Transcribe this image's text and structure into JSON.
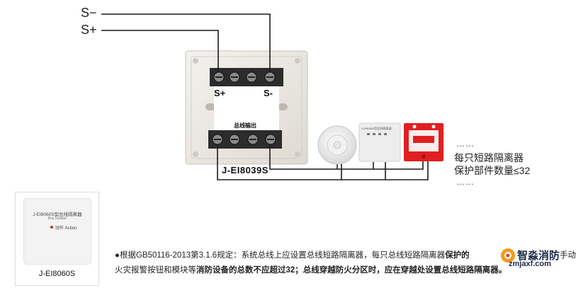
{
  "bus": {
    "minus_label": "S−",
    "plus_label": "S+"
  },
  "isolator": {
    "terminal_plus": "S+",
    "terminal_minus": "S-",
    "output_label": "总线输出",
    "model": "J-EI8039S"
  },
  "side_note": {
    "dots_top": "……",
    "line1": "每只短路隔离器",
    "line2": "保护部件数量≤32",
    "dots_bottom": "……"
  },
  "module_face": "J-EI8060S型总线隔离器",
  "product_card": {
    "title": "J-EI8060S型总线隔离器",
    "subtitle": "Bus Isolator",
    "indicator": "动作 Action",
    "caption": "J-EI8060S"
  },
  "footer": {
    "bullet": "●",
    "line1_a": "根据GB50116-2013第3.1.6规定：系统总线上应设置总线短路隔离器，每只总线短路隔离器",
    "line1_b": "保护的",
    "line1_c": "手动",
    "line2_a": "火灾报警按钮和模块等",
    "line2_b": "消防设备的总数不应超过32；总线穿越防火分区时，应在穿越处设置总线短路隔离器。"
  },
  "watermark": {
    "main": "智淼消防",
    "sub": "zmjaxf.com"
  },
  "colors": {
    "wire": "#1a1a1a",
    "alarm_red": "#e02020",
    "plate": "#eeeae4"
  }
}
